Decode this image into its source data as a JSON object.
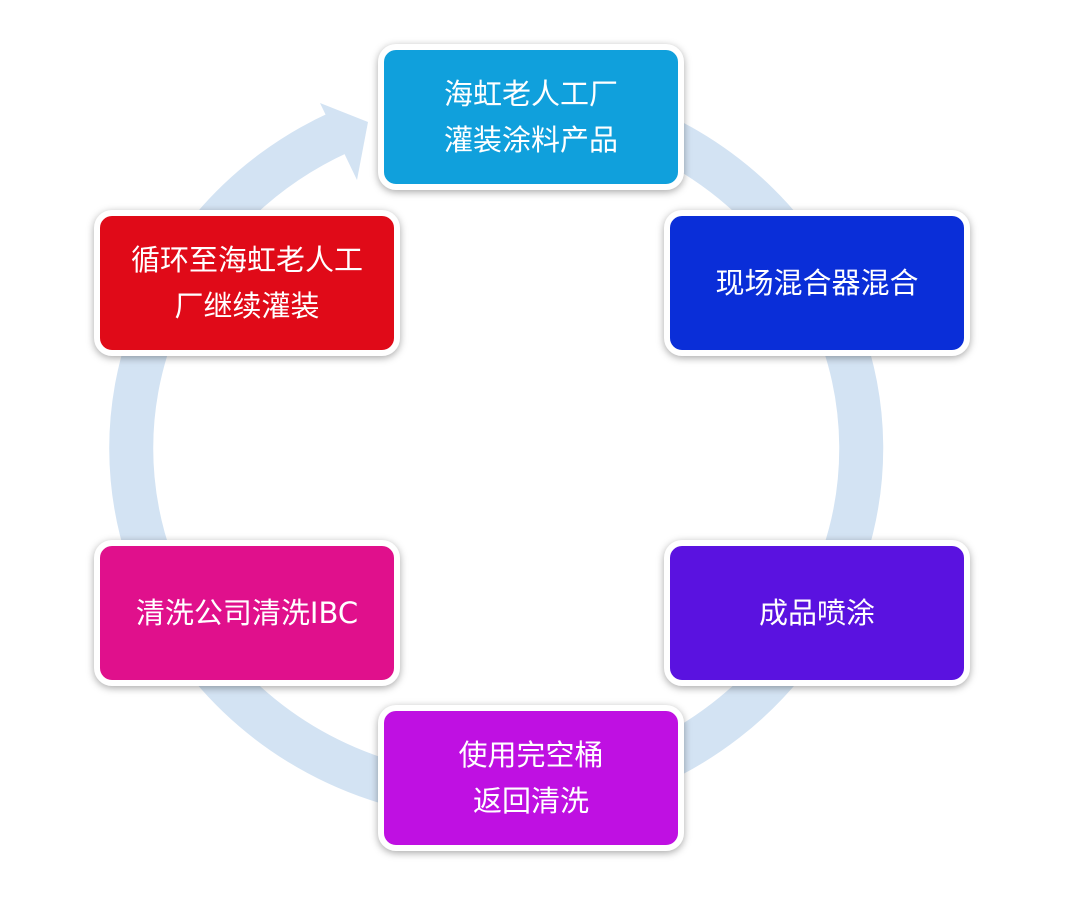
{
  "steps": [
    {
      "lines": [
        "海虹老人工厂",
        "灌装涂料产品"
      ],
      "color": "#10a0dc"
    },
    {
      "lines": [
        "现场混合器混合"
      ],
      "color": "#0a2ed8"
    },
    {
      "lines": [
        "成品喷涂"
      ],
      "color": "#5a12e0"
    },
    {
      "lines": [
        "使用完空桶",
        "返回清洗"
      ],
      "color": "#bf10e2"
    },
    {
      "lines": [
        "清洗公司清洗IBC"
      ],
      "color": "#e0108c"
    },
    {
      "lines": [
        "循环至海虹老人工",
        "厂继续灌装"
      ],
      "color": "#e00a18"
    }
  ],
  "ring_color": "#d3e3f3"
}
